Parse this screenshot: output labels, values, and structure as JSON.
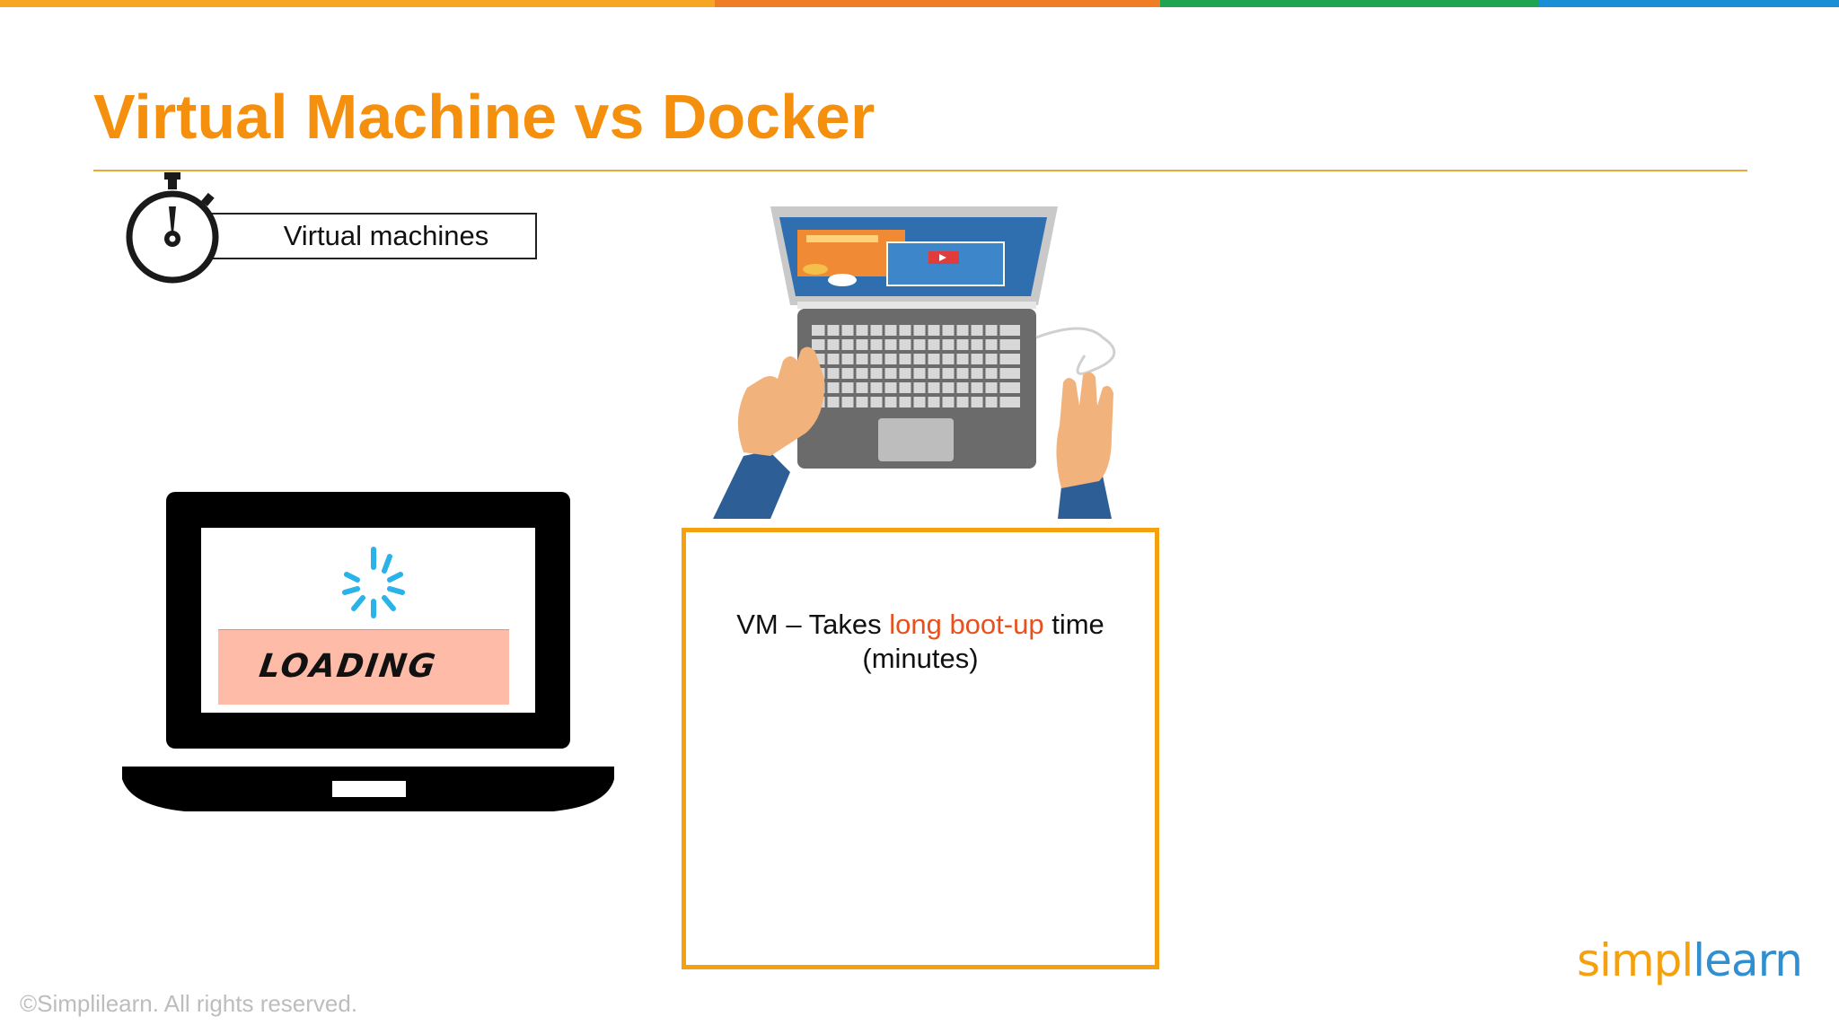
{
  "colors": {
    "accent": "#f5900f",
    "highlight": "#e8501e",
    "box_border": "#f5a00f",
    "bar_segments": [
      "#f5a623",
      "#ef7d26",
      "#1fa552",
      "#1a8fd6"
    ]
  },
  "slide": {
    "title": "Virtual Machine vs Docker",
    "stopwatch_label": "Virtual machines",
    "loading_text": "LOADING",
    "info": {
      "prefix": "VM – Takes ",
      "highlight": "long boot-up",
      "suffix": " time",
      "line2": "(minutes)"
    }
  },
  "icons": {
    "stopwatch": "stopwatch-icon",
    "spinner": "loading-spinner-icon",
    "laptop": "laptop-icon",
    "typing": "typing-hands-laptop-illustration"
  },
  "footer": {
    "copyright": "©Simplilearn. All rights reserved.",
    "logo_part1": "simpl",
    "logo_part2": "learn"
  }
}
